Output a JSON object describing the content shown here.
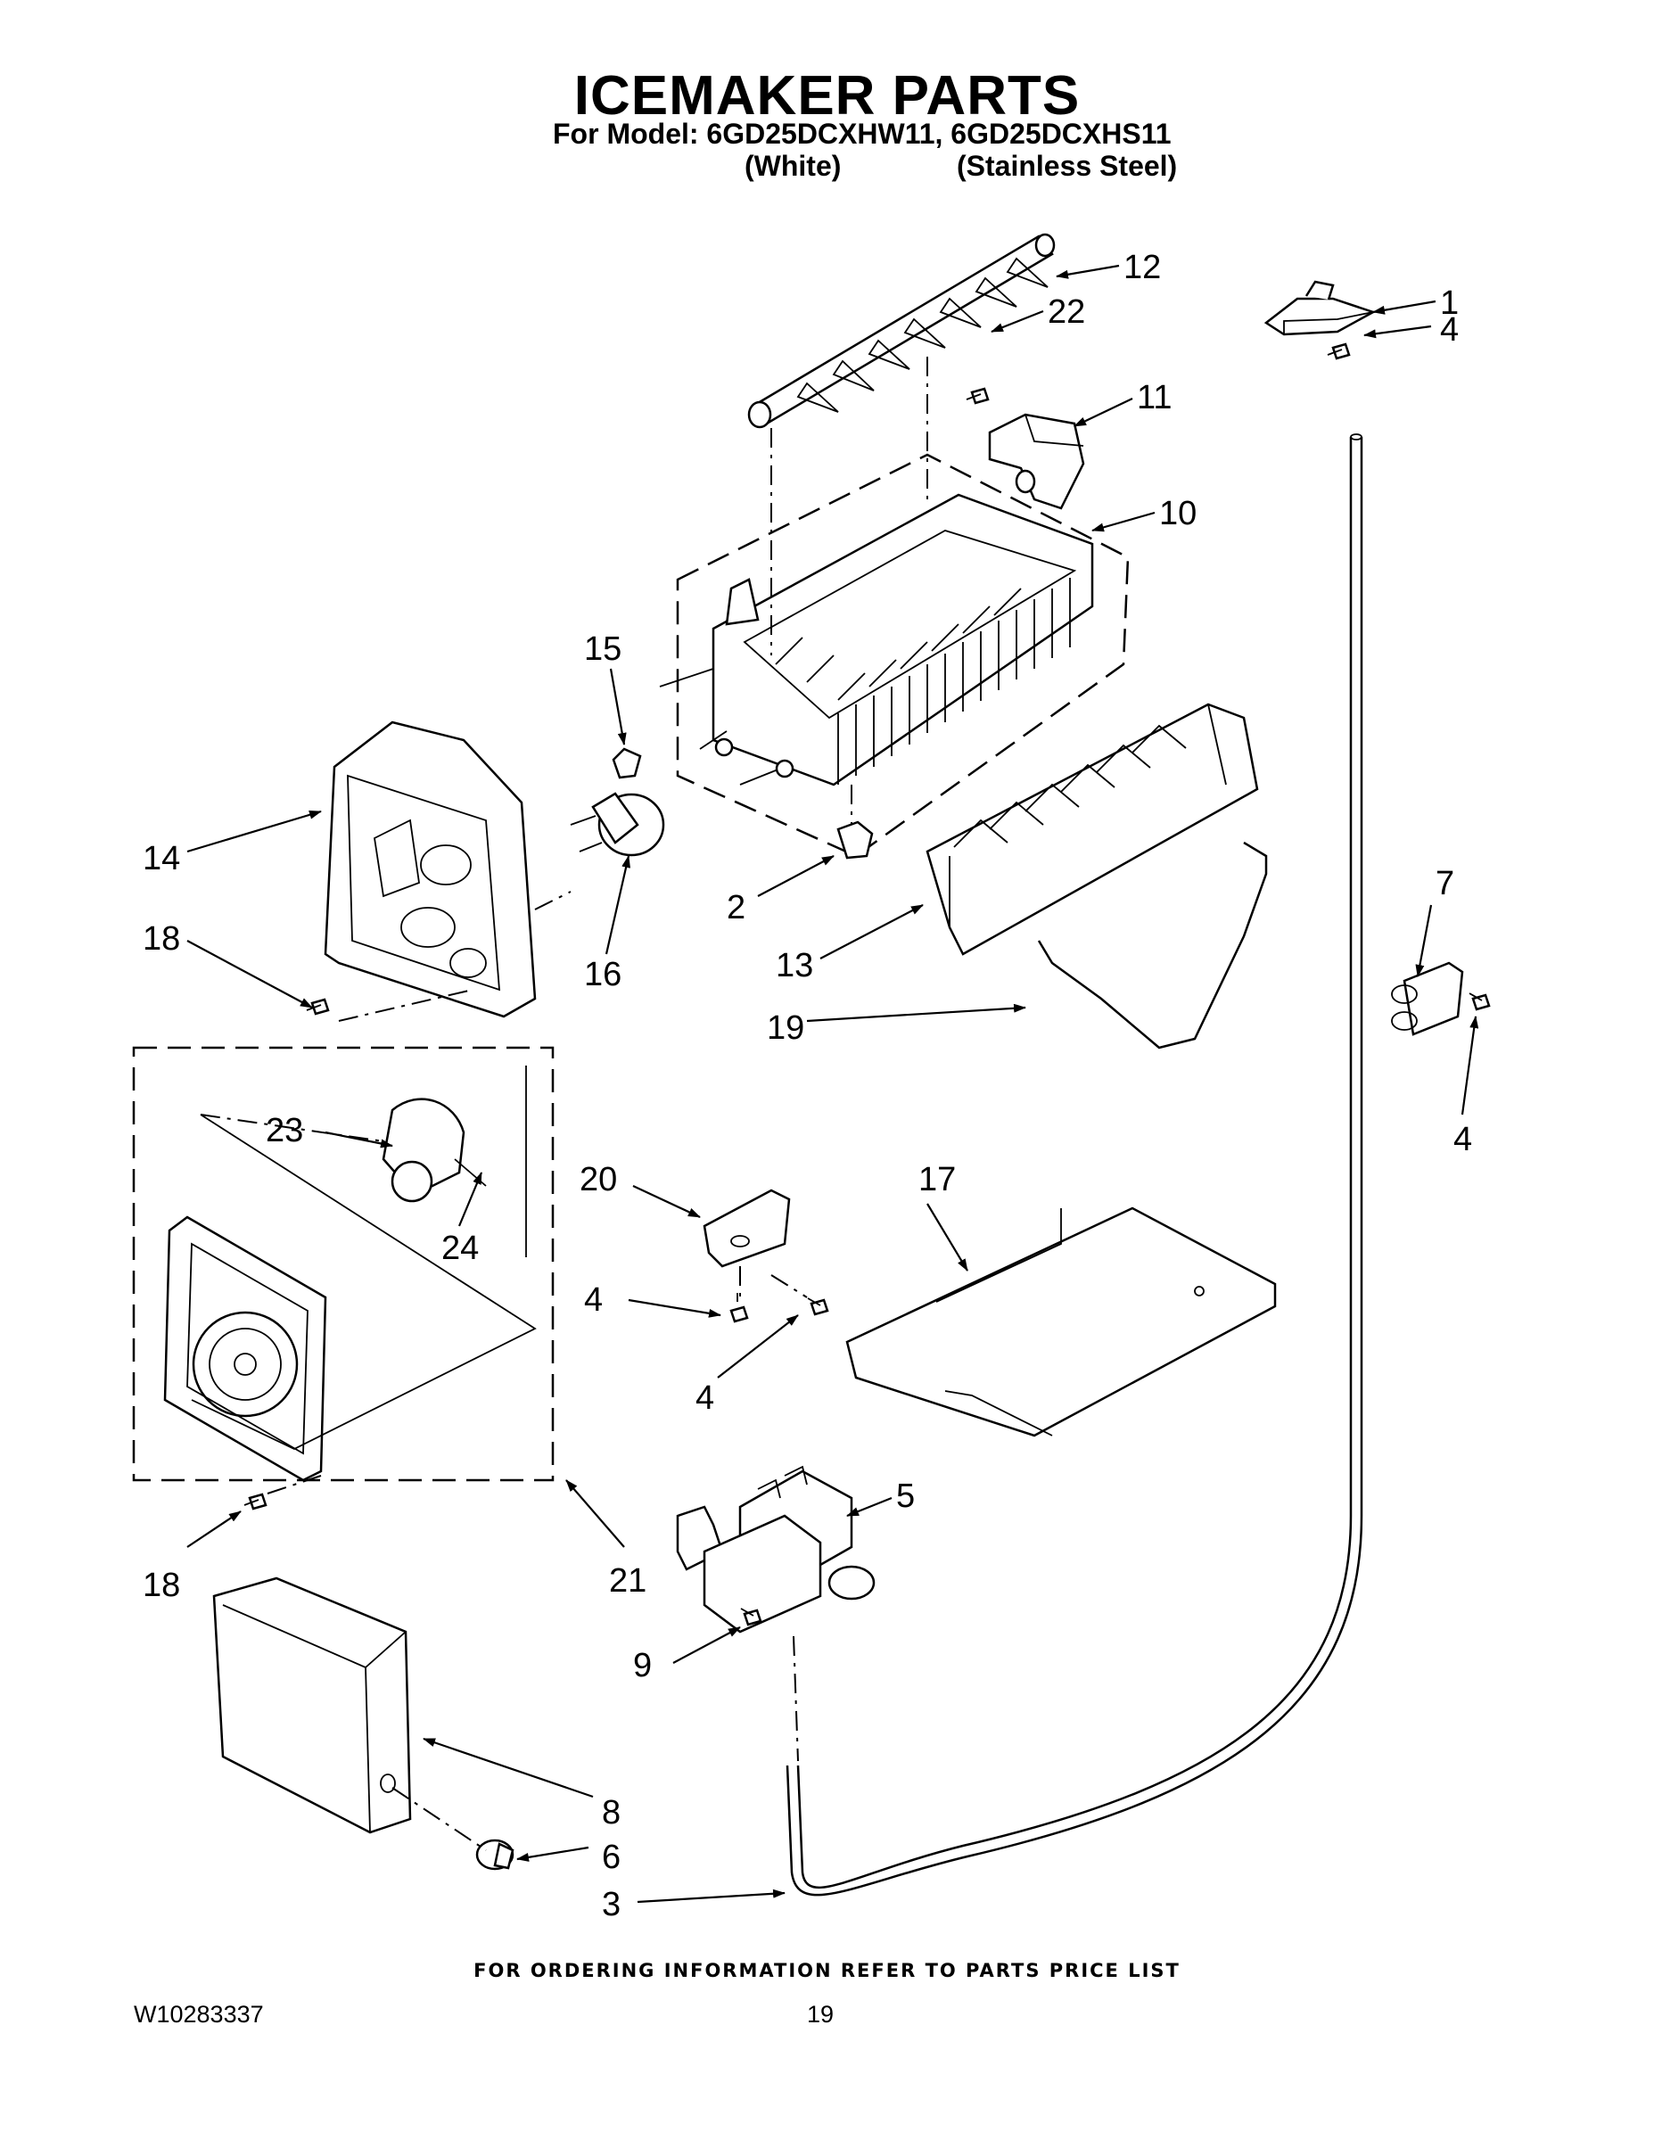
{
  "header": {
    "title": "ICEMAKER PARTS",
    "model_line": "For Model: 6GD25DCXHW11, 6GD25DCXHS11",
    "variant_white": "(White)",
    "variant_stainless": "(Stainless Steel)"
  },
  "callouts": {
    "c1": "1",
    "c2": "2",
    "c3": "3",
    "c4a": "4",
    "c4b": "4",
    "c4c": "4",
    "c4d": "4",
    "c5": "5",
    "c6": "6",
    "c7": "7",
    "c8": "8",
    "c9": "9",
    "c10": "10",
    "c11": "11",
    "c12": "12",
    "c13": "13",
    "c14": "14",
    "c15": "15",
    "c16": "16",
    "c17": "17",
    "c18a": "18",
    "c18b": "18",
    "c19": "19",
    "c20": "20",
    "c21": "21",
    "c22": "22",
    "c23": "23",
    "c24": "24"
  },
  "footer": {
    "ordering_note": "FOR ORDERING INFORMATION REFER TO PARTS PRICE LIST",
    "document_number": "W10283337",
    "page_number": "19"
  }
}
